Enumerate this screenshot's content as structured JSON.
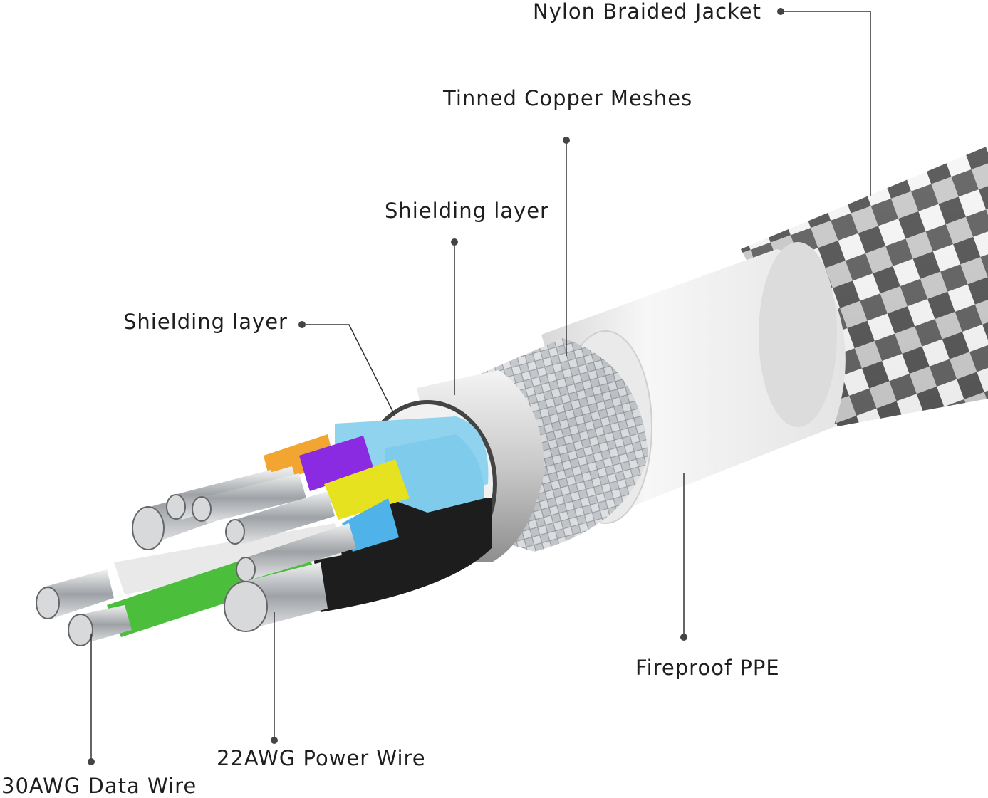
{
  "diagram": {
    "labels": {
      "nylon_jacket": "Nylon Braided Jacket",
      "tinned_copper": "Tinned Copper Meshes",
      "shielding_outer": "Shielding layer",
      "shielding_inner": "Shielding layer",
      "fireproof_ppe": "Fireproof PPE",
      "power_wire": "22AWG Power Wire",
      "data_wire": "30AWG Data Wire"
    },
    "colors": {
      "jacket_white": "#f2f2f2",
      "braid_dark": "#2a2a2a",
      "braid_light": "#e6e6e6",
      "ppe_sleeve": "#f0f0f0",
      "copper_mesh": "#b9bcbf",
      "shield_foil": "#d9d9d9",
      "core_cyan": "#8fd3ee",
      "core_purple": "#8a2be2",
      "core_orange": "#f3a531",
      "core_yellow": "#e6e21f",
      "core_blue": "#4fb3ea",
      "core_black": "#1d1d1d",
      "core_white": "#e9e9e9",
      "core_green": "#4bbf3c",
      "conductor_silver": "#c7c9cc",
      "leader_line": "#333333"
    }
  }
}
